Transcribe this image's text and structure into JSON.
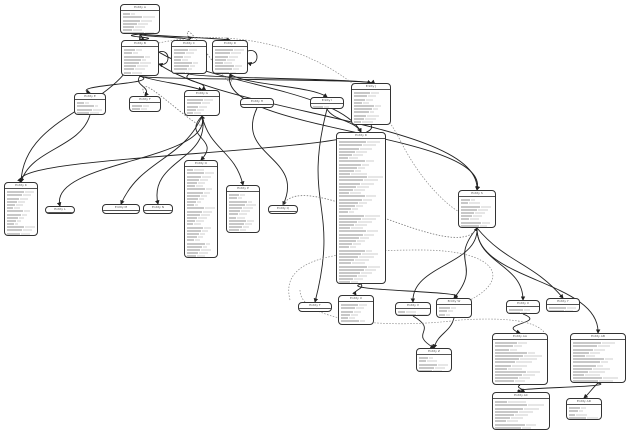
{
  "diagram": {
    "type": "entity-relationship graph",
    "nodes": [
      {
        "id": "n1",
        "title": "Entity A",
        "fields": 8
      },
      {
        "id": "n2",
        "title": "Entity B",
        "fields": 10
      },
      {
        "id": "n3",
        "title": "Entity C",
        "fields": 9
      },
      {
        "id": "n4",
        "title": "Entity D",
        "fields": 9
      },
      {
        "id": "n5",
        "title": "Entity E",
        "fields": 4
      },
      {
        "id": "n6",
        "title": "Entity F",
        "fields": 3
      },
      {
        "id": "n7",
        "title": "Entity G",
        "fields": 6
      },
      {
        "id": "n8",
        "title": "Entity H",
        "fields": 1
      },
      {
        "id": "n9",
        "title": "Entity I",
        "fields": 2
      },
      {
        "id": "n10",
        "title": "Entity J",
        "fields": 12
      },
      {
        "id": "n11",
        "title": "Entity K",
        "fields": 16
      },
      {
        "id": "n12",
        "title": "Entity L",
        "fields": 0
      },
      {
        "id": "n13",
        "title": "Entity M",
        "fields": 1
      },
      {
        "id": "n14",
        "title": "Entity N",
        "fields": 1
      },
      {
        "id": "n15",
        "title": "Entity O",
        "fields": 30
      },
      {
        "id": "n16",
        "title": "Entity P",
        "fields": 14
      },
      {
        "id": "n17",
        "title": "Entity Q",
        "fields": 0
      },
      {
        "id": "n18",
        "title": "Entity R",
        "fields": 50
      },
      {
        "id": "n19",
        "title": "Entity S",
        "fields": 10
      },
      {
        "id": "n20",
        "title": "Entity T",
        "fields": 2
      },
      {
        "id": "n21",
        "title": "Entity U",
        "fields": 6
      },
      {
        "id": "n22",
        "title": "Entity V",
        "fields": 2
      },
      {
        "id": "n23",
        "title": "Entity W",
        "fields": 4
      },
      {
        "id": "n24",
        "title": "Entity X",
        "fields": 2
      },
      {
        "id": "n25",
        "title": "Entity Y",
        "fields": 2
      },
      {
        "id": "n26",
        "title": "Entity Z",
        "fields": 5
      },
      {
        "id": "n27",
        "title": "Entity AA",
        "fields": 16
      },
      {
        "id": "n28",
        "title": "Entity AB",
        "fields": 16
      },
      {
        "id": "n29",
        "title": "Entity AC",
        "fields": 9
      },
      {
        "id": "n30",
        "title": "Entity AD",
        "fields": 5
      }
    ],
    "edges": [
      {
        "from": "n1",
        "to": "n2",
        "style": "solid"
      },
      {
        "from": "n1",
        "to": "n3",
        "style": "solid"
      },
      {
        "from": "n1",
        "to": "n4",
        "style": "solid"
      },
      {
        "from": "n1",
        "to": "n11",
        "style": "solid"
      },
      {
        "from": "n1",
        "to": "n18",
        "style": "solid"
      },
      {
        "from": "n1",
        "to": "n19",
        "style": "solid"
      },
      {
        "from": "n2",
        "to": "n5",
        "style": "solid"
      },
      {
        "from": "n2",
        "to": "n6",
        "style": "solid"
      },
      {
        "from": "n2",
        "to": "n7",
        "style": "solid"
      },
      {
        "from": "n2",
        "to": "n10",
        "style": "solid"
      },
      {
        "from": "n2",
        "to": "n2",
        "style": "solid"
      },
      {
        "from": "n3",
        "to": "n7",
        "style": "solid"
      },
      {
        "from": "n3",
        "to": "n10",
        "style": "solid"
      },
      {
        "from": "n3",
        "to": "n4",
        "style": "dotted"
      },
      {
        "from": "n4",
        "to": "n9",
        "style": "solid"
      },
      {
        "from": "n4",
        "to": "n19",
        "style": "solid"
      },
      {
        "from": "n4",
        "to": "n4",
        "style": "solid"
      },
      {
        "from": "n6",
        "to": "n7",
        "style": "dotted"
      },
      {
        "from": "n7",
        "to": "n12",
        "style": "solid"
      },
      {
        "from": "n7",
        "to": "n13",
        "style": "solid"
      },
      {
        "from": "n7",
        "to": "n14",
        "style": "solid"
      },
      {
        "from": "n7",
        "to": "n15",
        "style": "solid"
      },
      {
        "from": "n7",
        "to": "n16",
        "style": "solid"
      },
      {
        "from": "n8",
        "to": "n17",
        "style": "solid"
      },
      {
        "from": "n9",
        "to": "n18",
        "style": "solid"
      },
      {
        "from": "n9",
        "to": "n20",
        "style": "solid"
      },
      {
        "from": "n18",
        "to": "n21",
        "style": "solid"
      },
      {
        "from": "n18",
        "to": "n23",
        "style": "solid"
      },
      {
        "from": "n19",
        "to": "n22",
        "style": "solid"
      },
      {
        "from": "n19",
        "to": "n23",
        "style": "solid"
      },
      {
        "from": "n19",
        "to": "n24",
        "style": "solid"
      },
      {
        "from": "n19",
        "to": "n25",
        "style": "solid"
      },
      {
        "from": "n19",
        "to": "n28",
        "style": "solid"
      },
      {
        "from": "n22",
        "to": "n26",
        "style": "solid"
      },
      {
        "from": "n23",
        "to": "n26",
        "style": "solid"
      },
      {
        "from": "n24",
        "to": "n27",
        "style": "solid"
      },
      {
        "from": "n27",
        "to": "n29",
        "style": "solid"
      },
      {
        "from": "n28",
        "to": "n29",
        "style": "solid"
      },
      {
        "from": "n28",
        "to": "n30",
        "style": "solid"
      },
      {
        "from": "n17",
        "to": "n19",
        "style": "dotted"
      },
      {
        "from": "n5",
        "to": "n11",
        "style": "solid"
      },
      {
        "from": "n10",
        "to": "n11",
        "style": "solid"
      }
    ]
  }
}
